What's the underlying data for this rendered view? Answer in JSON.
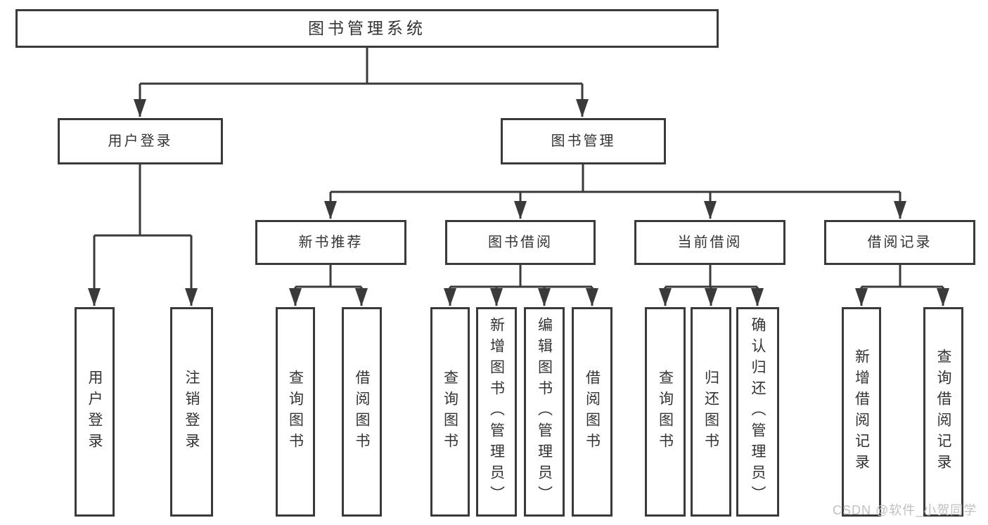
{
  "diagram_title": "图书管理系统",
  "nodes": {
    "root": "图书管理系统",
    "user_login": "用户登录",
    "book_mgmt": "图书管理",
    "new_book_rec": "新书推荐",
    "book_borrow": "图书借阅",
    "current_borrow": "当前借阅",
    "borrow_record": "借阅记录",
    "leaf_user_login": "用户登录",
    "leaf_logout": "注销登录",
    "rec_query_book": "查询图书",
    "rec_borrow_book": "借阅图书",
    "bb_query_book": "查询图书",
    "bb_add_book": "新增图书（管理员）",
    "bb_edit_book": "编辑图书（管理员）",
    "bb_borrow_book": "借阅图书",
    "cb_query_book": "查询图书",
    "cb_return_book": "归还图书",
    "cb_confirm_return": "确认归还（管理员）",
    "br_add_record": "新增借阅记录",
    "br_query_record": "查询借阅记录"
  },
  "hierarchy": {
    "root": "图书管理系统",
    "children": [
      {
        "label": "用户登录",
        "children": [
          "用户登录",
          "注销登录"
        ]
      },
      {
        "label": "图书管理",
        "children": [
          {
            "label": "新书推荐",
            "children": [
              "查询图书",
              "借阅图书"
            ]
          },
          {
            "label": "图书借阅",
            "children": [
              "查询图书",
              "新增图书（管理员）",
              "编辑图书（管理员）",
              "借阅图书"
            ]
          },
          {
            "label": "当前借阅",
            "children": [
              "查询图书",
              "归还图书",
              "确认归还（管理员）"
            ]
          },
          {
            "label": "借阅记录",
            "children": [
              "新增借阅记录",
              "查询借阅记录"
            ]
          }
        ]
      }
    ]
  },
  "watermark": "CSDN @软件_小贺同学",
  "colors": {
    "line": "#3a3a3a",
    "box_border": "#3a3a3a",
    "text": "#333333",
    "background": "#ffffff",
    "watermark": "#c0c0c0"
  }
}
